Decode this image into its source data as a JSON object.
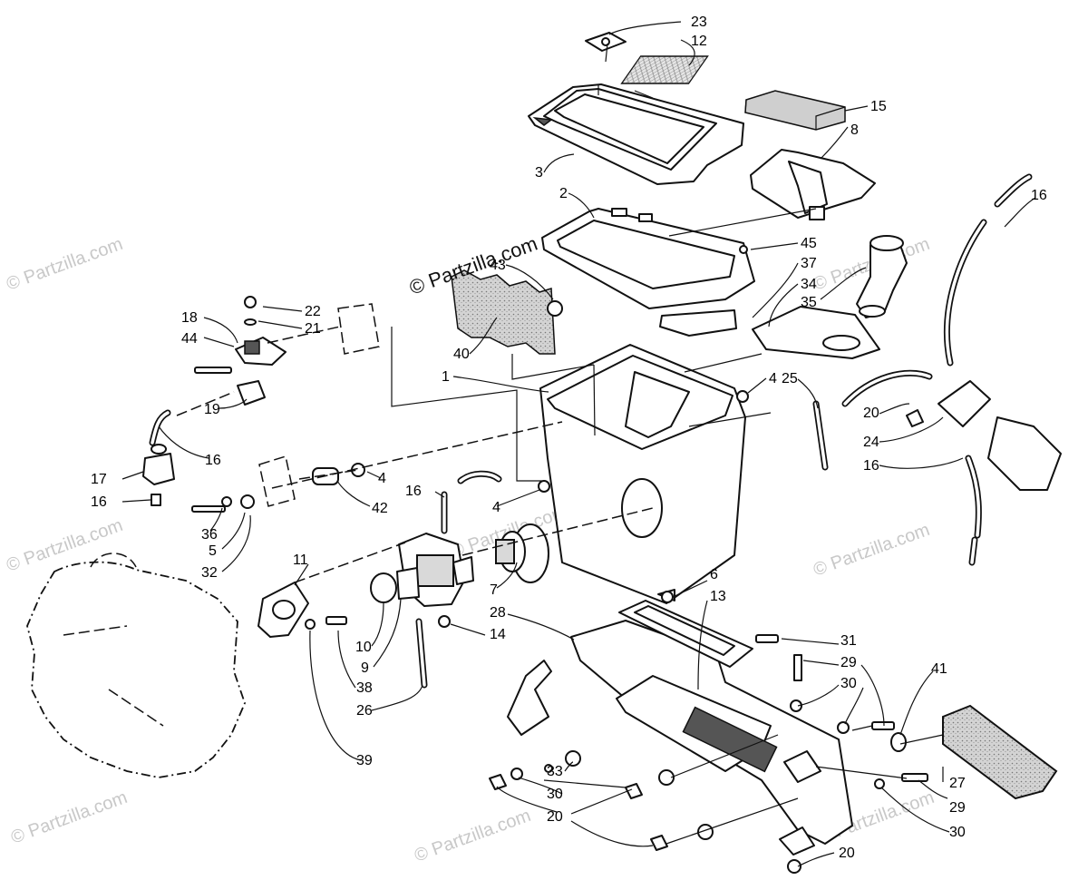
{
  "watermark": {
    "main": "© Partzilla.com",
    "faint": "© Partzilla.com"
  },
  "callouts": {
    "c1": "1",
    "c2": "2",
    "c3": "3",
    "c4a": "4",
    "c4b": "4",
    "c4c": "4",
    "c5": "5",
    "c6": "6",
    "c7": "7",
    "c8": "8",
    "c9": "9",
    "c10": "10",
    "c11": "11",
    "c12": "12",
    "c13": "13",
    "c14": "14",
    "c15": "15",
    "c16a": "16",
    "c16b": "16",
    "c16c": "16",
    "c16d": "16",
    "c16e": "16",
    "c17": "17",
    "c18": "18",
    "c19": "19",
    "c20a": "20",
    "c20b": "20",
    "c20c": "20",
    "c21": "21",
    "c22": "22",
    "c23": "23",
    "c24": "24",
    "c25": "25",
    "c26": "26",
    "c27": "27",
    "c28": "28",
    "c29a": "29",
    "c29b": "29",
    "c30a": "30",
    "c30b": "30",
    "c30c": "30",
    "c31": "31",
    "c32": "32",
    "c33": "33",
    "c34": "34",
    "c35": "35",
    "c36": "36",
    "c37": "37",
    "c38": "38",
    "c39": "39",
    "c40": "40",
    "c41": "41",
    "c42": "42",
    "c43": "43",
    "c44": "44",
    "c45": "45"
  }
}
